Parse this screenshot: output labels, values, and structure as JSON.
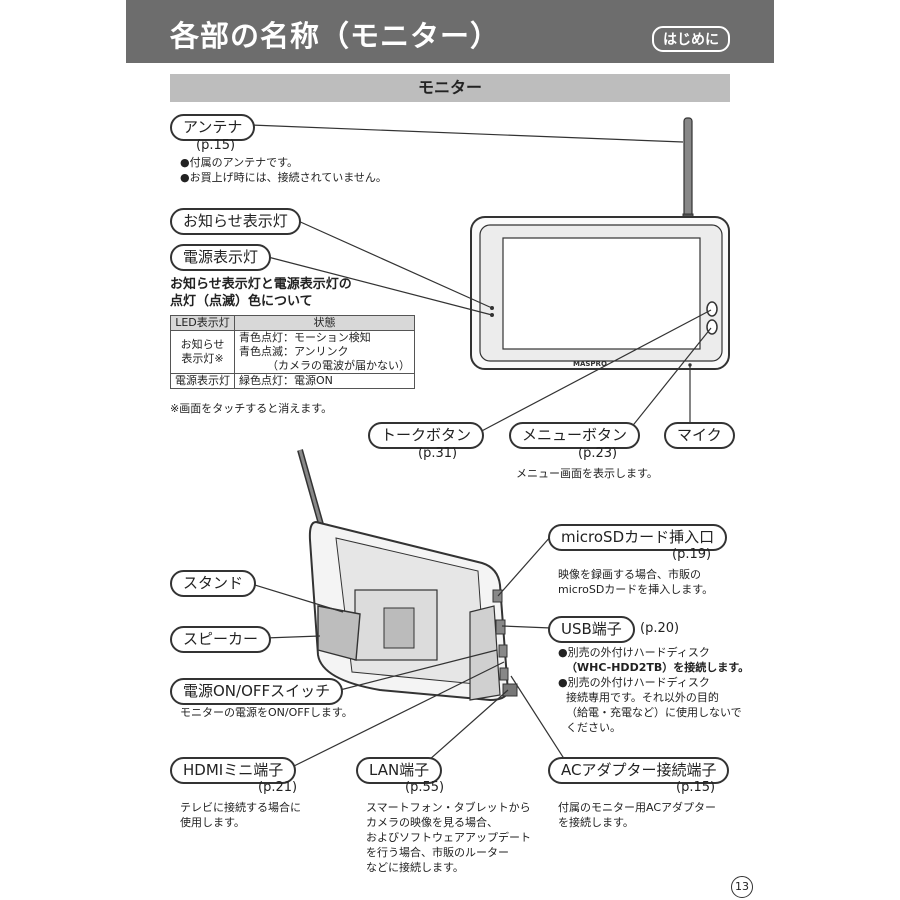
{
  "header": {
    "title": "各部の名称（モニター）",
    "badge": "はじめに"
  },
  "section_title": "モニター",
  "labels": {
    "antenna": {
      "label": "アンテナ",
      "page": "(p.15)",
      "notes": [
        "●付属のアンテナです。",
        "●お買上げ時には、接続されていません。"
      ]
    },
    "notify_led": {
      "label": "お知らせ表示灯"
    },
    "power_led": {
      "label": "電源表示灯"
    },
    "talk": {
      "label": "トークボタン",
      "page": "(p.31)"
    },
    "menu": {
      "label": "メニューボタン",
      "page": "(p.23)",
      "note": "メニュー画面を表示します。"
    },
    "mic": {
      "label": "マイク"
    },
    "microsd": {
      "label": "microSDカード挿入口",
      "page": "(p.19)",
      "notes": [
        "映像を録画する場合、市販の",
        "microSDカードを挿入します。"
      ]
    },
    "stand": {
      "label": "スタンド"
    },
    "speaker": {
      "label": "スピーカー"
    },
    "usb": {
      "label": "USB端子",
      "page": "(p.20)",
      "notes": [
        "●別売の外付けハードディスク",
        "（WHC-HDD2TB）を接続します。",
        "●別売の外付けハードディスク",
        "接続専用です。それ以外の目的",
        "（給電・充電など）に使用しないで",
        "ください。"
      ]
    },
    "power_switch": {
      "label": "電源ON/OFFスイッチ",
      "note": "モニターの電源をON/OFFします。"
    },
    "hdmi": {
      "label": "HDMIミニ端子",
      "page": "(p.21)",
      "notes": [
        "テレビに接続する場合に",
        "使用します。"
      ]
    },
    "lan": {
      "label": "LAN端子",
      "page": "(p.55)",
      "notes": [
        "スマートフォン・タブレットから",
        "カメラの映像を見る場合、",
        "およびソフトウェアアップデート",
        "を行う場合、市販のルーター",
        "などに接続します。"
      ]
    },
    "ac": {
      "label": "ACアダプター接続端子",
      "page": "(p.15)",
      "notes": [
        "付属のモニター用ACアダプター",
        "を接続します。"
      ]
    }
  },
  "led_section": {
    "heading": [
      "お知らせ表示灯と電源表示灯の",
      "点灯（点滅）色について"
    ],
    "table": {
      "headers": [
        "LED表示灯",
        "状態"
      ],
      "notify_name": [
        "お知らせ",
        "表示灯※"
      ],
      "notify_states": [
        "青色点灯：モーション検知",
        "青色点滅：アンリンク",
        "（カメラの電波が届かない）"
      ],
      "power_name": "電源表示灯",
      "power_state": "緑色点灯：電源ON"
    },
    "footnote": "※画面をタッチすると消えます。"
  },
  "device_brand": "MASPRO",
  "page_number": "13"
}
